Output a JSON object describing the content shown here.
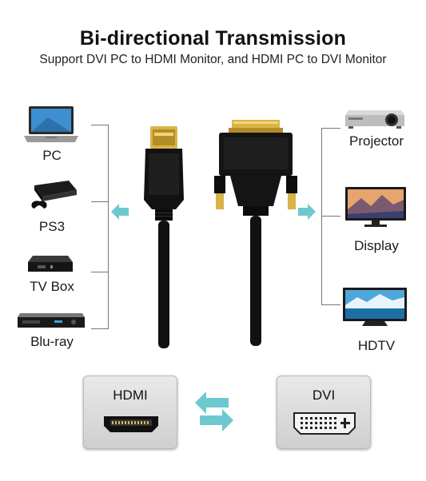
{
  "header": {
    "title": "Bi-directional Transmission",
    "subtitle": "Support DVI PC to HDMI Monitor, and HDMI PC to DVI Monitor"
  },
  "left_devices": [
    {
      "label": "PC",
      "icon": "laptop-icon"
    },
    {
      "label": "PS3",
      "icon": "game-console-icon"
    },
    {
      "label": "TV Box",
      "icon": "tv-box-icon"
    },
    {
      "label": "Blu-ray",
      "icon": "blu-ray-player-icon"
    }
  ],
  "right_devices": [
    {
      "label": "Projector",
      "icon": "projector-icon"
    },
    {
      "label": "Display",
      "icon": "monitor-icon"
    },
    {
      "label": "HDTV",
      "icon": "tv-icon"
    }
  ],
  "ports": {
    "hdmi_label": "HDMI",
    "dvi_label": "DVI"
  },
  "colors": {
    "accent_arrow": "#6cc9d0",
    "cable": "#111111",
    "gold": "#d8b347"
  }
}
